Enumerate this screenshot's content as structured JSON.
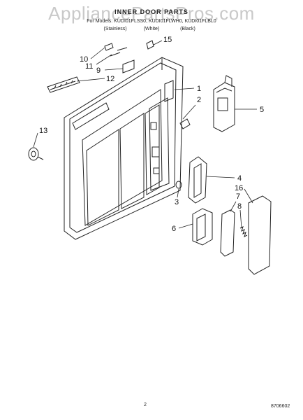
{
  "watermark": "AppliancePartsPros.com",
  "header": {
    "title": "INNER DOOR PARTS",
    "models": "For Models: KUDI01FLSS0, KUDI01FLWH0, KUDI01FLBL0",
    "colors": [
      "(Stainless)",
      "(White)",
      "(Black)"
    ]
  },
  "callouts": {
    "c1": "1",
    "c2": "2",
    "c3": "3",
    "c4": "4",
    "c5": "5",
    "c6": "6",
    "c7": "7",
    "c8": "8",
    "c9": "9",
    "c10": "10",
    "c11": "11",
    "c12": "12",
    "c13": "13",
    "c15": "15",
    "c16": "16"
  },
  "footer": {
    "page_number": "2",
    "doc_code": "8706602"
  }
}
